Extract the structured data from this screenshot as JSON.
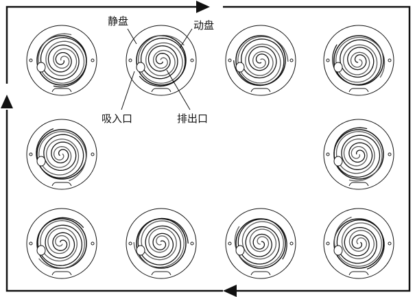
{
  "labels": {
    "fixed_scroll": "静盘",
    "orbiting_scroll": "动盘",
    "suction_port": "吸入口",
    "discharge_port": "排出口"
  },
  "stages": [
    {
      "phase": 0
    },
    {
      "phase": 36
    },
    {
      "phase": 72
    },
    {
      "phase": 108
    },
    {
      "phase": 144
    },
    {
      "phase": 180
    },
    {
      "phase": 216
    },
    {
      "phase": 252
    },
    {
      "phase": 288
    },
    {
      "phase": 324
    }
  ],
  "colors": {
    "line": "#111111",
    "shade": "#999999"
  }
}
